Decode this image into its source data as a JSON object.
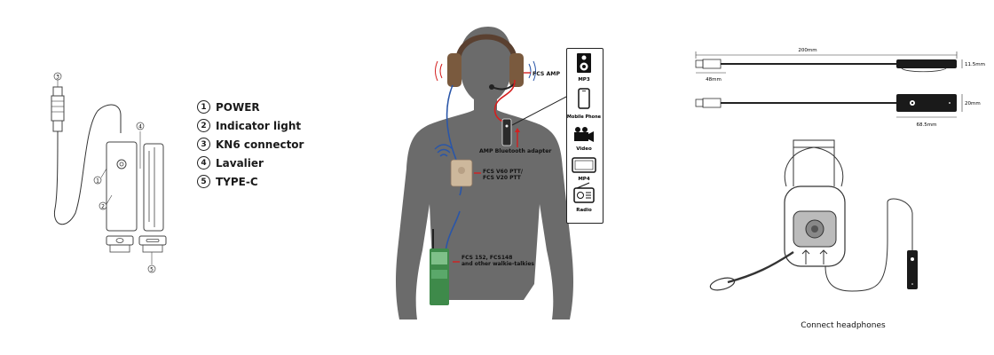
{
  "legend": {
    "items": [
      {
        "num": "1",
        "label": "POWER"
      },
      {
        "num": "2",
        "label": "Indicator light"
      },
      {
        "num": "3",
        "label": "KN6 connector"
      },
      {
        "num": "4",
        "label": "Lavalier"
      },
      {
        "num": "5",
        "label": "TYPE-C"
      }
    ]
  },
  "device_callouts": {
    "c1": "1",
    "c2": "2",
    "c3": "3",
    "c4": "4",
    "c5": "5"
  },
  "center": {
    "fcs_amp": "FCS AMP",
    "amp_adapter": "AMP Bluetooth adapter",
    "ptt_line1": "FCS V60 PTT/",
    "ptt_line2": "FCS V20 PTT",
    "radio_line1": "FCS 152, FCS148",
    "radio_line2": "and other walkie-talkies"
  },
  "media_panel": {
    "items": [
      {
        "icon": "speaker-icon",
        "label": "MP3"
      },
      {
        "icon": "phone-icon",
        "label": "Mobile Phone"
      },
      {
        "icon": "video-camera-icon",
        "label": "Video"
      },
      {
        "icon": "tablet-icon",
        "label": "MP4"
      },
      {
        "icon": "radio-icon",
        "label": "Radio"
      }
    ]
  },
  "dimensions": {
    "total": "200mm",
    "plug": "48mm",
    "thickness": "11.5mm",
    "height": "20mm",
    "width": "68.5mm"
  },
  "connect_caption": "Connect headphones",
  "colors": {
    "silhouette": "#6b6b6b",
    "red_cable": "#d42020",
    "blue_cable": "#2a56a8",
    "headset": "#7a5a3e",
    "radio_green": "#3e8a4a"
  }
}
